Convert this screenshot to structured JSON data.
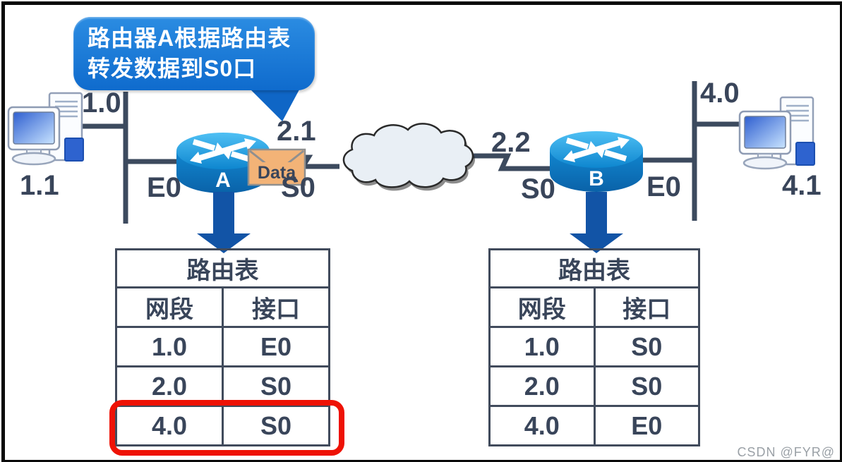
{
  "callout": {
    "line1": "路由器A根据路由表",
    "line2": "转发数据到S0口"
  },
  "topology": {
    "left_segment_label": "1.0",
    "left_host_label": "1.1",
    "right_segment_label": "4.0",
    "right_host_label": "4.1",
    "packet_label": "Data",
    "router_a": {
      "name": "A",
      "eth_label": "E0",
      "serial_label": "S0",
      "serial_addr": "2.1"
    },
    "router_b": {
      "name": "B",
      "eth_label": "E0",
      "serial_label": "S0",
      "serial_addr": "2.2"
    }
  },
  "routing_tables": {
    "left": {
      "title": "路由表",
      "headers": [
        "网段",
        "接口"
      ],
      "rows": [
        [
          "1.0",
          "E0"
        ],
        [
          "2.0",
          "S0"
        ],
        [
          "4.0",
          "S0"
        ]
      ],
      "highlighted_row_index": 2
    },
    "right": {
      "title": "路由表",
      "headers": [
        "网段",
        "接口"
      ],
      "rows": [
        [
          "1.0",
          "S0"
        ],
        [
          "2.0",
          "S0"
        ],
        [
          "4.0",
          "E0"
        ]
      ]
    }
  },
  "watermark": "CSDN @FYR@",
  "colors": {
    "callout_blue": "#1173D4",
    "line_slate": "#3C4A5E",
    "router_blue_top": "#2FAEEC",
    "router_blue_side": "#0E7FC4",
    "arrow_blue": "#1254A6",
    "highlight_red": "#EE1205",
    "envelope_orange": "#F3B377",
    "text_navy": "#39455A"
  }
}
